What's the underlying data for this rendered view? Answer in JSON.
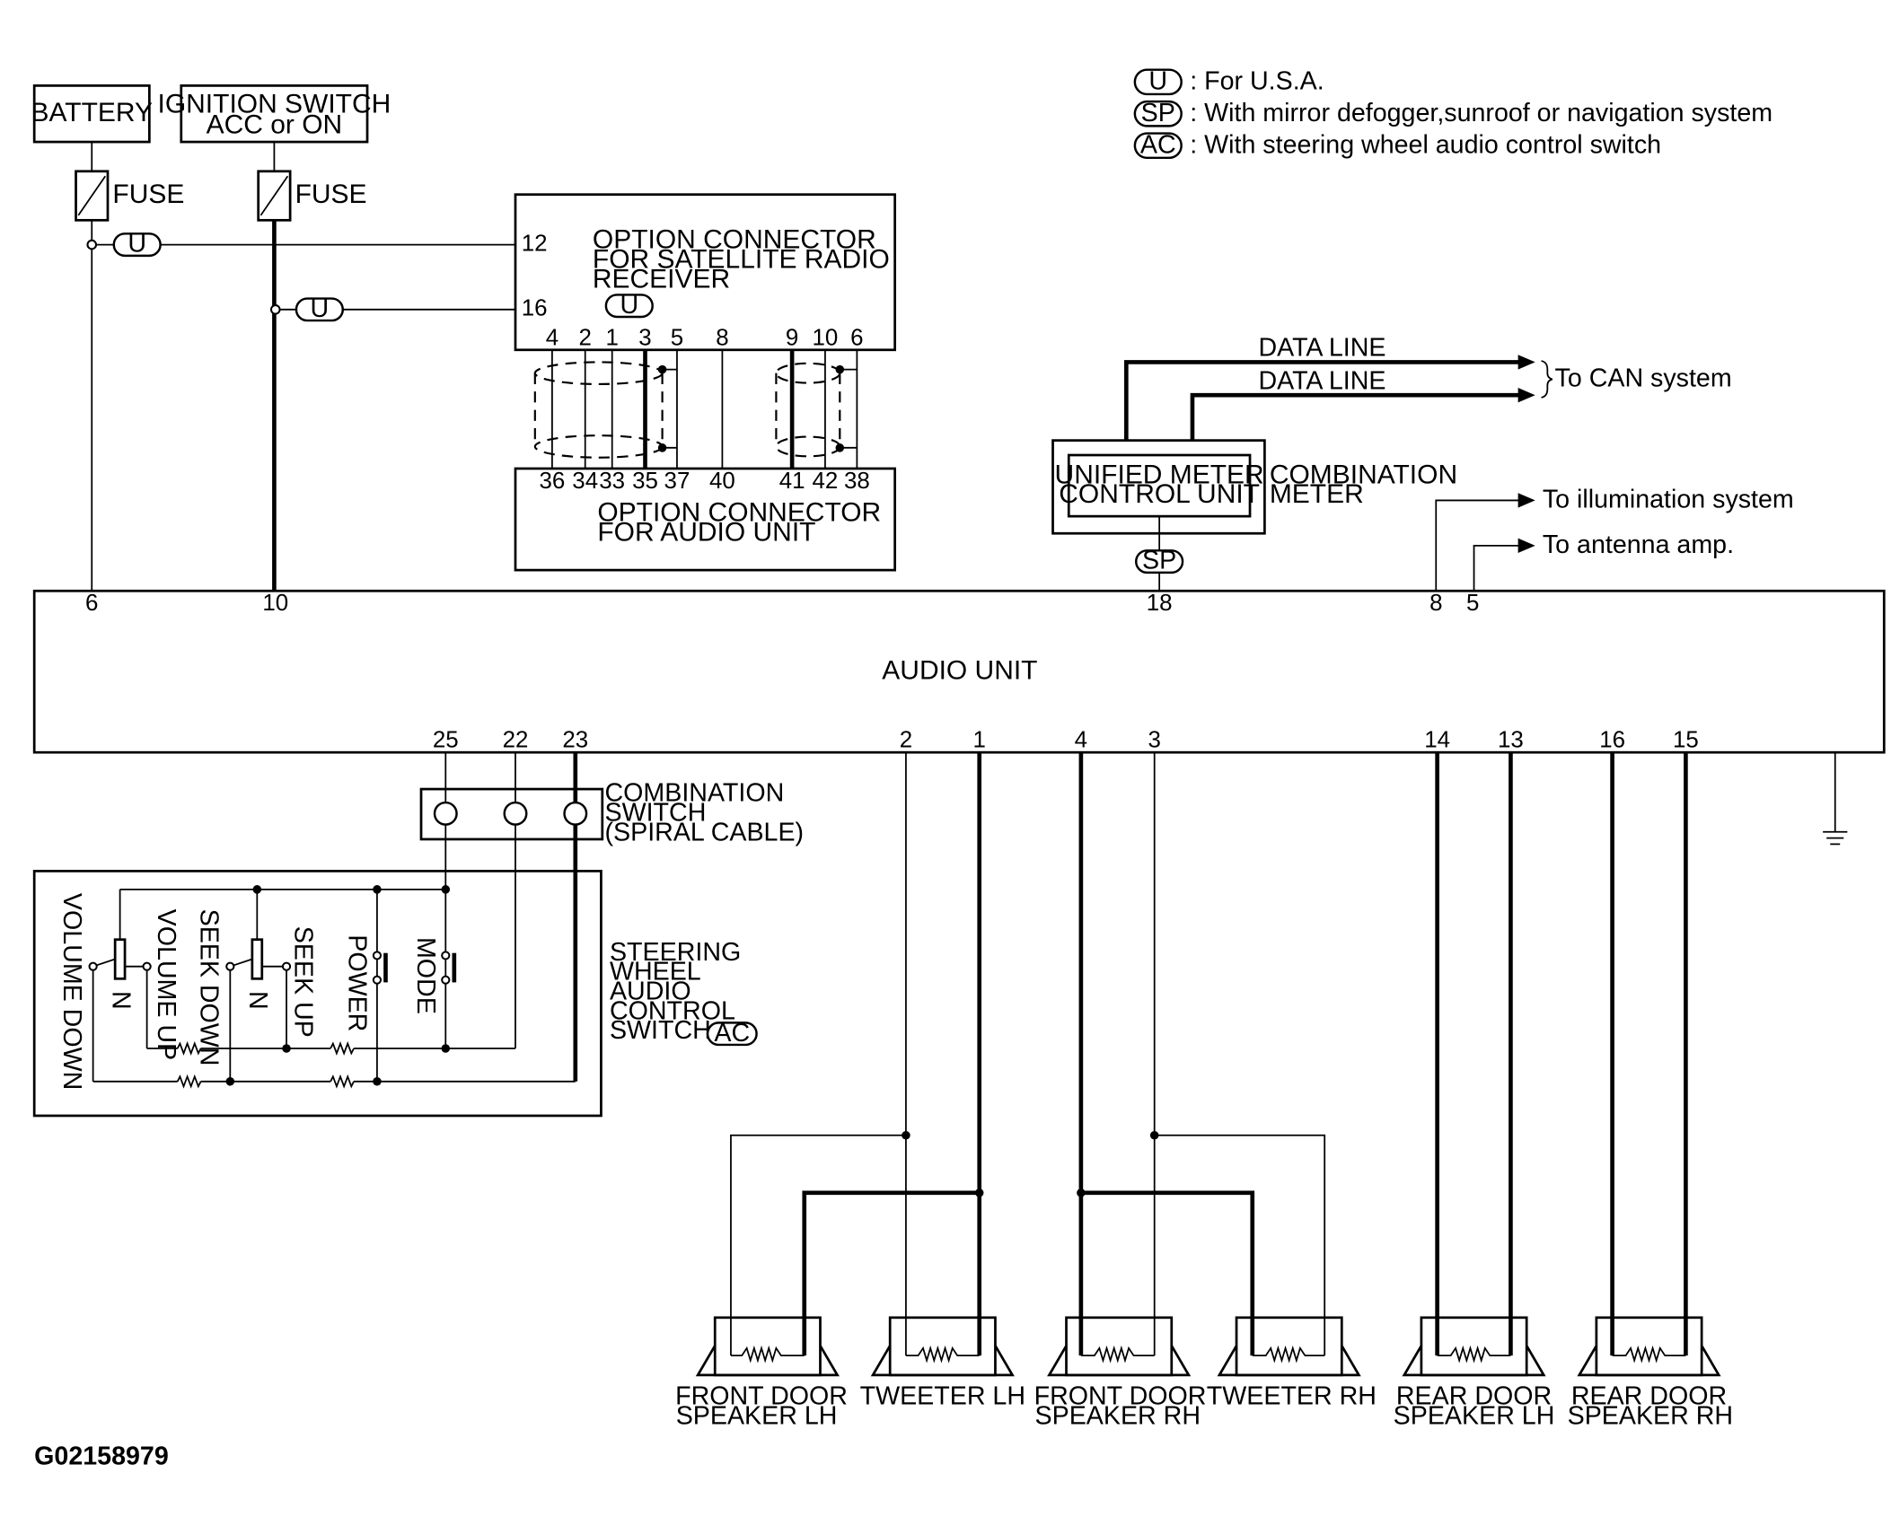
{
  "legend": [
    {
      "code": "U",
      "text": ": For U.S.A."
    },
    {
      "code": "SP",
      "text": ": With mirror defogger,sunroof or navigation system"
    },
    {
      "code": "AC",
      "text": ": With steering wheel audio control switch"
    }
  ],
  "power": {
    "battery": "BATTERY",
    "ignition_line1": "IGNITION SWITCH",
    "ignition_line2": "ACC or ON",
    "fuse": "FUSE",
    "tag_u": "U"
  },
  "sat_radio": {
    "line1": "OPTION CONNECTOR",
    "line2": "FOR SATELLITE RADIO",
    "line3": "RECEIVER",
    "tag": "U",
    "pin12": "12",
    "pin16": "16",
    "pins": [
      "4",
      "2",
      "1",
      "3",
      "5",
      "8",
      "9",
      "10",
      "6"
    ]
  },
  "audio_option": {
    "line1": "OPTION CONNECTOR",
    "line2": "FOR AUDIO UNIT",
    "pins": [
      "36",
      "34",
      "33",
      "35",
      "37",
      "40",
      "41",
      "42",
      "38"
    ]
  },
  "can": {
    "data_line_1": "DATA LINE",
    "data_line_2": "DATA LINE",
    "to_can": "To CAN system"
  },
  "meter": {
    "unit_line1": "UNIFIED METER",
    "unit_line2": "CONTROL UNIT",
    "combo_line1": "COMBINATION",
    "combo_line2": "METER",
    "tag": "SP"
  },
  "outputs": {
    "illumination": "To illumination system",
    "antenna": "To antenna amp."
  },
  "audio_unit": {
    "label": "AUDIO UNIT",
    "top_pins": [
      "6",
      "10",
      "18",
      "8",
      "5"
    ],
    "bottom_pins": [
      "25",
      "22",
      "23",
      "2",
      "1",
      "4",
      "3",
      "14",
      "13",
      "16",
      "15"
    ]
  },
  "combo_switch": {
    "line1": "COMBINATION",
    "line2": "SWITCH",
    "line3": "(SPIRAL CABLE)"
  },
  "steering_switch": {
    "line1": "STEERING",
    "line2": "WHEEL",
    "line3": "AUDIO",
    "line4": "CONTROL",
    "line5": "SWITCH :",
    "tag": "AC",
    "buttons": [
      "VOLUME DOWN",
      "VOLUME UP",
      "SEEK DOWN",
      "SEEK UP",
      "POWER",
      "MODE"
    ],
    "n_label": "N"
  },
  "speakers": [
    {
      "line1": "FRONT DOOR",
      "line2": "SPEAKER LH"
    },
    {
      "line1": "TWEETER LH",
      "line2": ""
    },
    {
      "line1": "FRONT DOOR",
      "line2": "SPEAKER RH"
    },
    {
      "line1": "TWEETER RH",
      "line2": ""
    },
    {
      "line1": "REAR DOOR",
      "line2": "SPEAKER LH"
    },
    {
      "line1": "REAR DOOR",
      "line2": "SPEAKER RH"
    }
  ],
  "figure_id": "G02158979"
}
